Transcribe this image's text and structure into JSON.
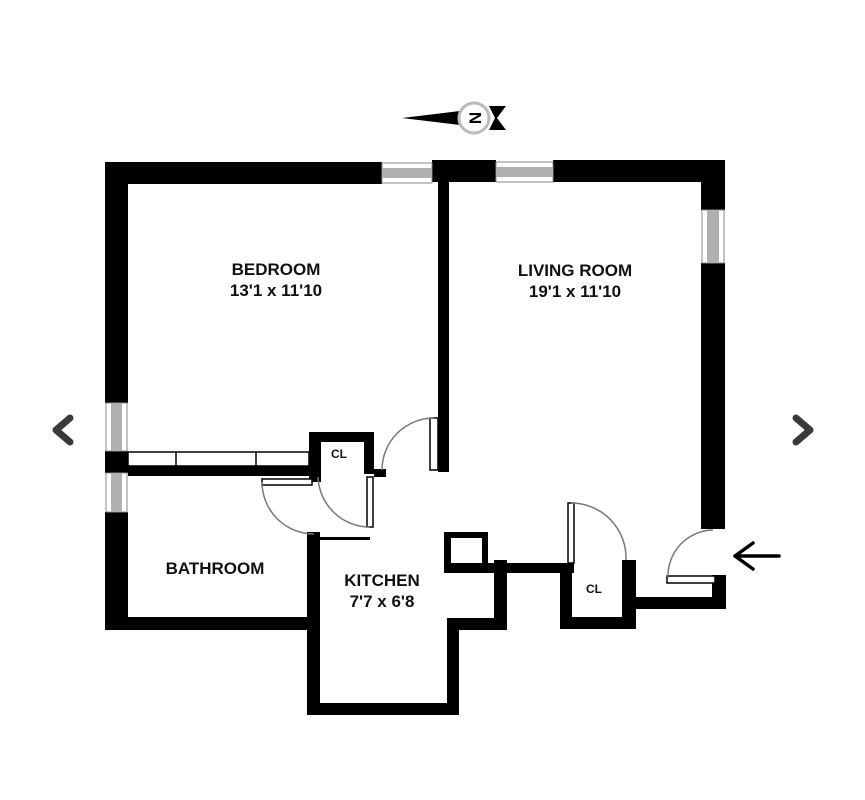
{
  "floorplan": {
    "compass": {
      "label": "N",
      "icon": "north-arrow-icon"
    },
    "rooms": [
      {
        "name": "BEDROOM",
        "dimensions": "13'1 x 11'10"
      },
      {
        "name": "LIVING ROOM",
        "dimensions": "19'1 x 11'10"
      },
      {
        "name": "BATHROOM",
        "dimensions": ""
      },
      {
        "name": "KITCHEN",
        "dimensions": "7'7 x 6'8"
      }
    ],
    "closets": [
      {
        "label": "CL"
      },
      {
        "label": "CL"
      }
    ],
    "entry": {
      "icon": "entry-arrow-icon"
    }
  },
  "navigation": {
    "prev_icon": "chevron-left-icon",
    "next_icon": "chevron-right-icon"
  },
  "colors": {
    "wall": "#000000",
    "window": "#b0b0b0",
    "door_arc": "#777777",
    "chevron": "#3a3a3a",
    "background": "#ffffff"
  }
}
